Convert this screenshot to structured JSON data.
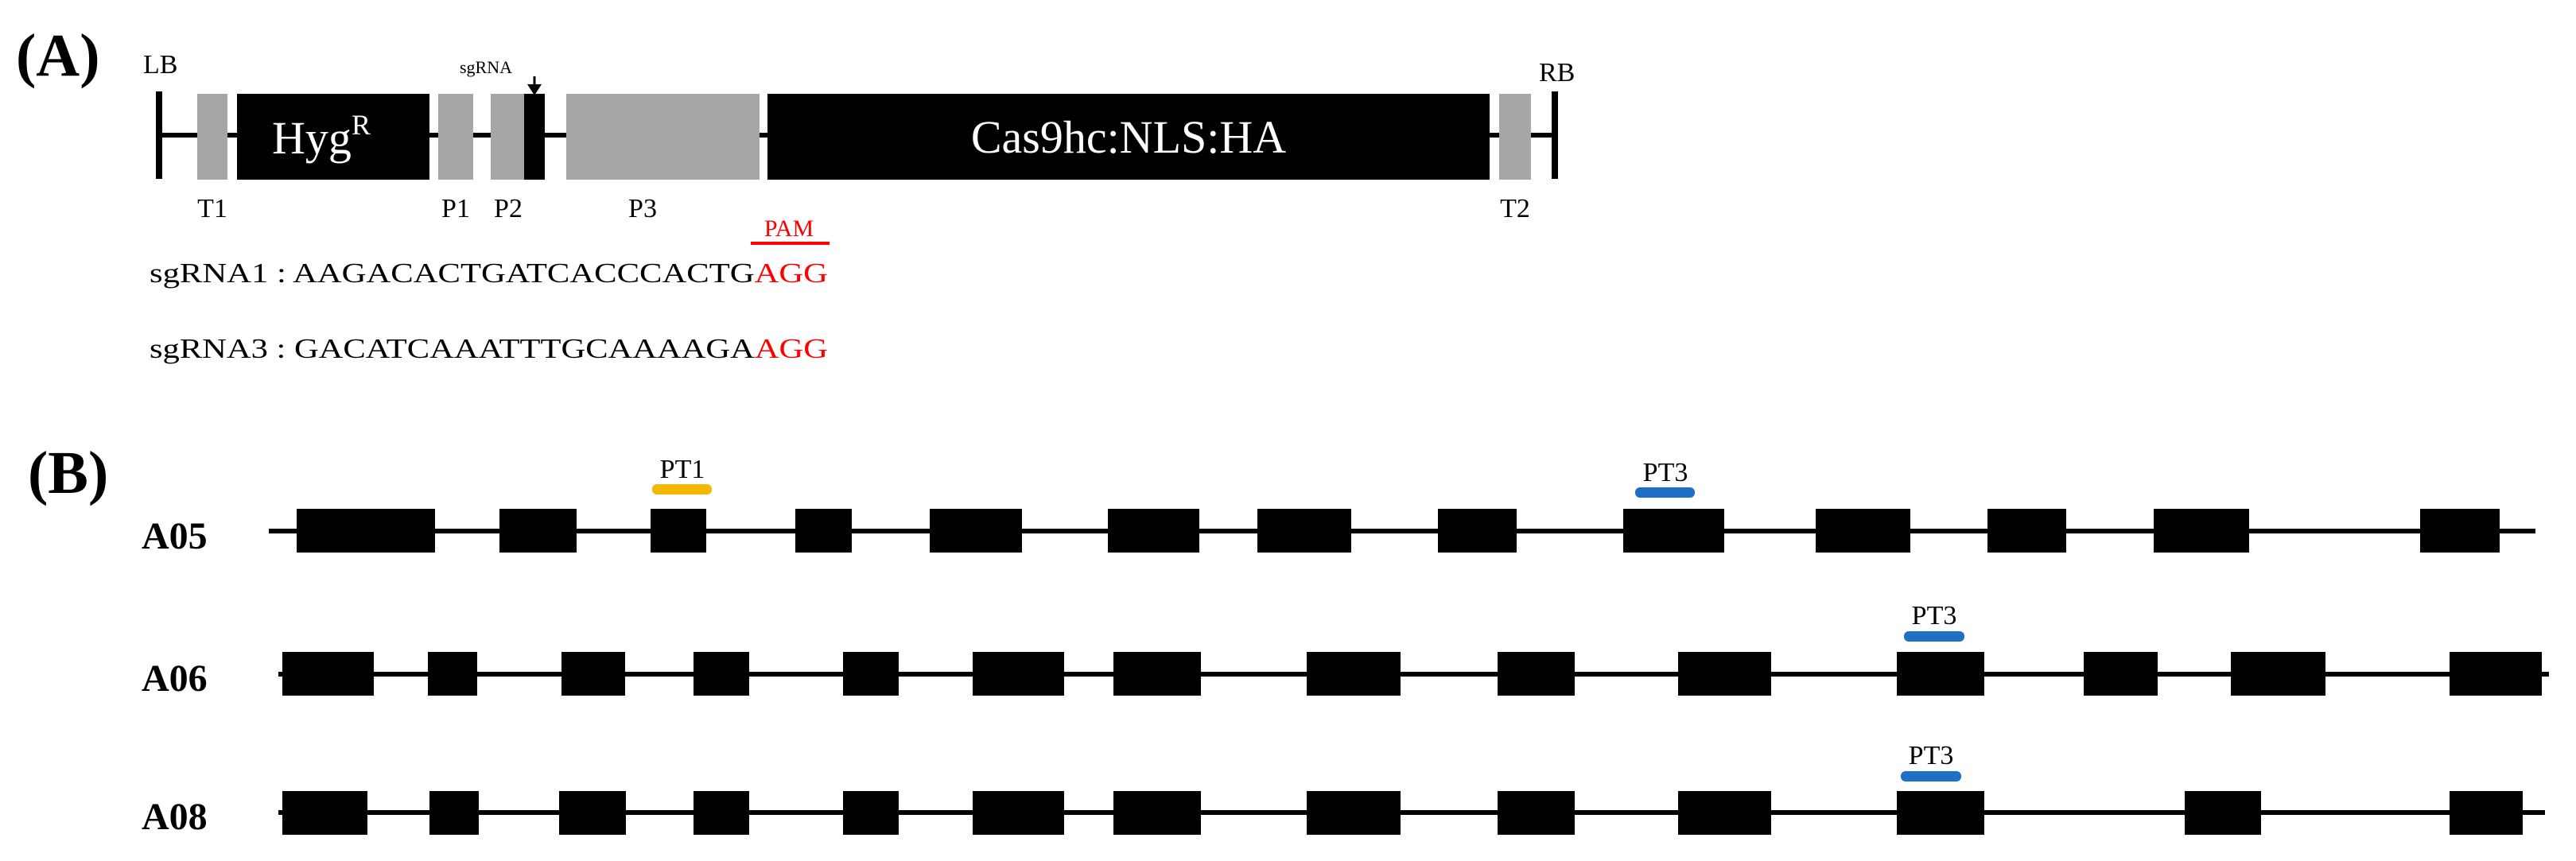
{
  "panel_a": {
    "label": "(A)",
    "lb": "LB",
    "rb": "RB",
    "block_labels": {
      "hyg": "Hyg",
      "hyg_sup": "R",
      "cas9": "Cas9hc:NLS:HA"
    },
    "sub_labels": {
      "t1": "T1",
      "p1": "P1",
      "p2": "P2",
      "p3": "P3",
      "t2": "T2"
    },
    "sgrna_marker": "sgRNA",
    "pam": "PAM",
    "sgrna1": {
      "name": "sgRNA1 : ",
      "seq": "AAGACACTGATCACCCACTG",
      "pam_seq": "AGG"
    },
    "sgrna3": {
      "name": "sgRNA3 : ",
      "seq": "GACATCAAATTTGCAAAAGA",
      "pam_seq": "AGG"
    }
  },
  "panel_b": {
    "label": "(B)",
    "rows": [
      {
        "name": "A05",
        "target_labels": [
          "PT1",
          "PT3"
        ]
      },
      {
        "name": "A06",
        "target_labels": [
          "PT3"
        ]
      },
      {
        "name": "A08",
        "target_labels": [
          "PT3"
        ]
      }
    ]
  },
  "colors": {
    "black": "#000000",
    "gray": "#a6a6a6",
    "red": "#ff0000",
    "pt1": "#f5b800",
    "pt3": "#1f6fc5"
  }
}
